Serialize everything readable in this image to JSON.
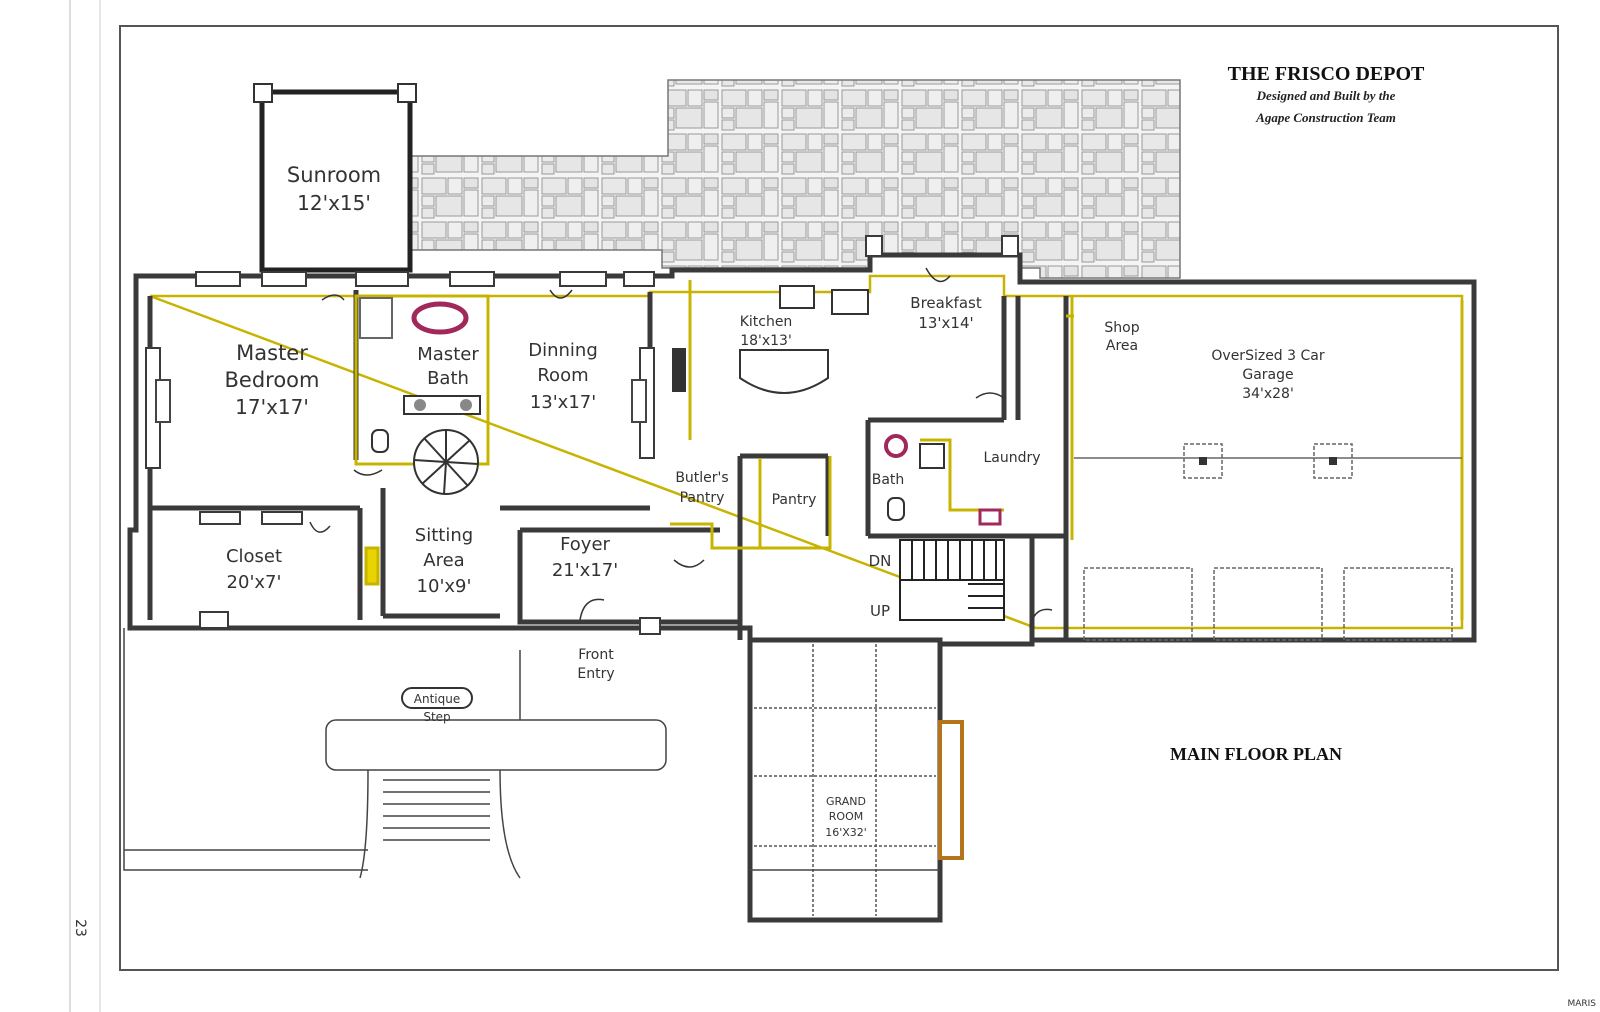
{
  "header": {
    "title": "THE FRISCO DEPOT",
    "subtitle_1": "Designed and Built by the",
    "subtitle_2": "Agape Construction Team"
  },
  "plan_title": "MAIN FLOOR PLAN",
  "page_number": "23",
  "watermark": "MARIS",
  "rooms": {
    "sunroom": {
      "name": "Sunroom",
      "size": "12'x15'"
    },
    "master_bedroom": {
      "name_1": "Master",
      "name_2": "Bedroom",
      "size": "17'x17'"
    },
    "master_bath": {
      "name_1": "Master",
      "name_2": "Bath"
    },
    "dining_room": {
      "name_1": "Dinning",
      "name_2": "Room",
      "size": "13'x17'"
    },
    "kitchen": {
      "name": "Kitchen",
      "size": "18'x13'"
    },
    "breakfast": {
      "name": "Breakfast",
      "size": "13'x14'"
    },
    "shop_area": {
      "name_1": "Shop",
      "name_2": "Area"
    },
    "garage": {
      "name_1": "OverSized 3 Car",
      "name_2": "Garage",
      "size": "34'x28'"
    },
    "laundry": {
      "name": "Laundry"
    },
    "bath": {
      "name": "Bath"
    },
    "butlers_pantry": {
      "name_1": "Butler's",
      "name_2": "Pantry"
    },
    "pantry": {
      "name": "Pantry"
    },
    "closet": {
      "name": "Closet",
      "size": "20'x7'"
    },
    "sitting_area": {
      "name_1": "Sitting",
      "name_2": "Area",
      "size": "10'x9'"
    },
    "foyer": {
      "name": "Foyer",
      "size": "21'x17'"
    },
    "front_entry": {
      "name_1": "Front",
      "name_2": "Entry"
    },
    "grand_room": {
      "name_1": "GRAND",
      "name_2": "ROOM",
      "size": "16'X32'"
    }
  },
  "stairs": {
    "down": "DN",
    "up": "UP"
  },
  "antique_step": {
    "name_1": "Antique",
    "name_2": "Step"
  },
  "colors": {
    "wall": "#3a3a3a",
    "accent_wall": "#c8b400",
    "tub": "#a0285a",
    "stone": "#d6d6d6"
  }
}
